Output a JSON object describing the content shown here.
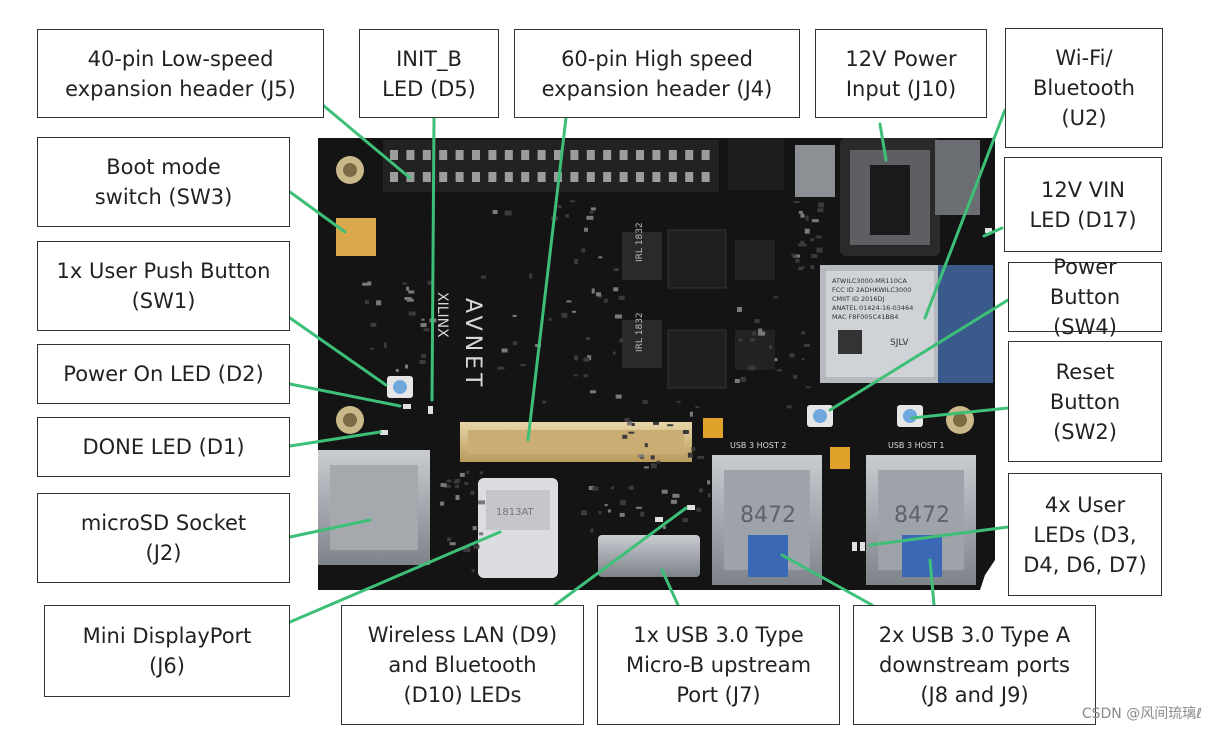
{
  "colors": {
    "pointer": "#3dbf78",
    "board": "#141414",
    "box_border": "#333333"
  },
  "board": {
    "silkscreen": {
      "brand_vertical": "AVNET",
      "xilinx": "XILINX",
      "chip1": "IRL 1832",
      "chip2": "IRL 1832",
      "usb_port_left": "8472",
      "usb_port_right": "8472",
      "dp_connector": "1813AT",
      "wifi_module": "ATWILC3000-MR110CA\nFCC ID 2ADHKWILC3000\nCMIIT ID 2016DJ\nANATEL 01424-16-03464\nMAC F8F005C41BB4",
      "wifi_mark": "SJLV",
      "usb_host2": "USB 3 HOST 2",
      "usb_host1": "USB 3 HOST 1"
    }
  },
  "labels": {
    "j5": "40-pin Low-speed\nexpansion header (J5)",
    "d5": "INIT_B\nLED (D5)",
    "j4": "60-pin High speed\nexpansion header (J4)",
    "j10": "12V Power\nInput (J10)",
    "u2": "Wi-Fi/\nBluetooth\n(U2)",
    "sw3": "Boot mode\nswitch (SW3)",
    "d17": "12V VIN\nLED (D17)",
    "sw1": "1x User Push Button\n(SW1)",
    "sw4": "Power Button\n(SW4)",
    "d2": "Power On LED (D2)",
    "sw2": "Reset\nButton\n(SW2)",
    "d1": "DONE LED (D1)",
    "user_leds": "4x User\nLEDs (D3,\nD4, D6, D7)",
    "j2": "microSD Socket\n(J2)",
    "j6": "Mini DisplayPort\n(J6)",
    "wlan": "Wireless LAN (D9)\nand Bluetooth\n(D10) LEDs",
    "j7": "1x USB 3.0 Type\nMicro-B upstream\nPort (J7)",
    "j8j9": "2x USB 3.0 Type A\ndownstream ports\n(J8 and J9)"
  },
  "watermark": "CSDN @风间琉璃ℓ"
}
